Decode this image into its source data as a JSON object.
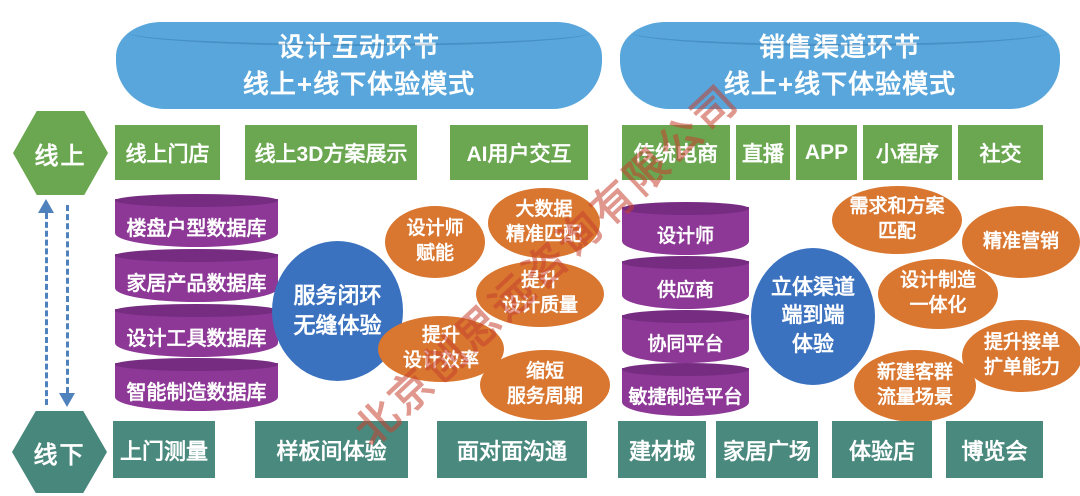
{
  "axis": {
    "online_label": "线上",
    "offline_label": "线下"
  },
  "left": {
    "banner": "设计互动环节\n线上+线下体验模式",
    "online_channels": [
      "线上门店",
      "线上3D方案展示",
      "AI用户交互"
    ],
    "databases": [
      "楼盘户型数据库",
      "家居产品数据库",
      "设计工具数据库",
      "智能制造数据库"
    ],
    "core_circle": "服务闭环\n无缝体验",
    "benefits": [
      "设计师\n赋能",
      "大数据\n精准匹配",
      "提升\n设计质量",
      "提升\n设计效率",
      "缩短\n服务周期"
    ],
    "offline_channels": [
      "上门测量",
      "样板间体验",
      "面对面沟通"
    ]
  },
  "right": {
    "banner": "销售渠道环节\n线上+线下体验模式",
    "online_channels": [
      "传统电商",
      "直播",
      "APP",
      "小程序",
      "社交"
    ],
    "roles": [
      "设计师",
      "供应商",
      "协同平台",
      "敏捷制造平台"
    ],
    "core_circle": "立体渠道\n端到端\n体验",
    "benefits": [
      "需求和方案\n匹配",
      "精准营销",
      "设计制造\n一体化",
      "提升接单\n扩单能力",
      "新建客群\n流量场景"
    ],
    "offline_channels": [
      "建材城",
      "家居广场",
      "体验店",
      "博览会"
    ]
  },
  "watermark": {
    "text": "北京创思远咨询有限公司"
  },
  "colors": {
    "banner_blue": "#58a6db",
    "channel_green": "#6aa750",
    "channel_teal": "#4a897e",
    "cylinder_purple": "#8d3896",
    "core_blue": "#3b72c0",
    "benefit_orange": "#d9762f",
    "arrow_blue": "#4f81bd",
    "watermark_red": "#c64230"
  }
}
